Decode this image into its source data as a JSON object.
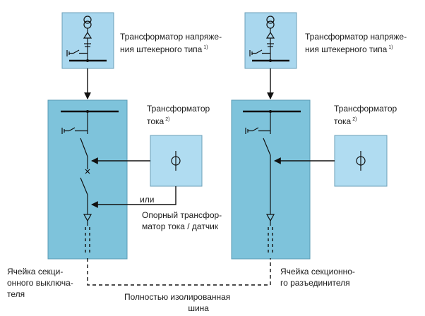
{
  "left": {
    "vt_label_line1": "Трансформатор напряже-",
    "vt_label_line2": "ния штекерного типа",
    "vt_note": "1)",
    "ct_label_line1": "Трансформатор",
    "ct_label_line2": "тока",
    "ct_note": "2)",
    "or_label": "или",
    "support_ct_line1": "Опорный трансфор-",
    "support_ct_line2": "матор тока / датчик",
    "cell_label_line1": "Ячейка секци-",
    "cell_label_line2": "онного выключа-",
    "cell_label_line3": "теля"
  },
  "right": {
    "vt_label_line1": "Трансформатор напряже-",
    "vt_label_line2": "ния штекерного типа",
    "vt_note": "1)",
    "ct_label_line1": "Трансформатор",
    "ct_label_line2": "тока",
    "ct_note": "2)",
    "cell_label_line1": "Ячейка секционно-",
    "cell_label_line2": "го разъединителя"
  },
  "bus": {
    "label_line1": "Полностью изолированная",
    "label_line2": "шина"
  },
  "colors": {
    "cell_fill": "#7ec3db",
    "vt_fill": "#a9d7ee",
    "ct_fill": "#b0dcf1",
    "line": "#111111"
  }
}
